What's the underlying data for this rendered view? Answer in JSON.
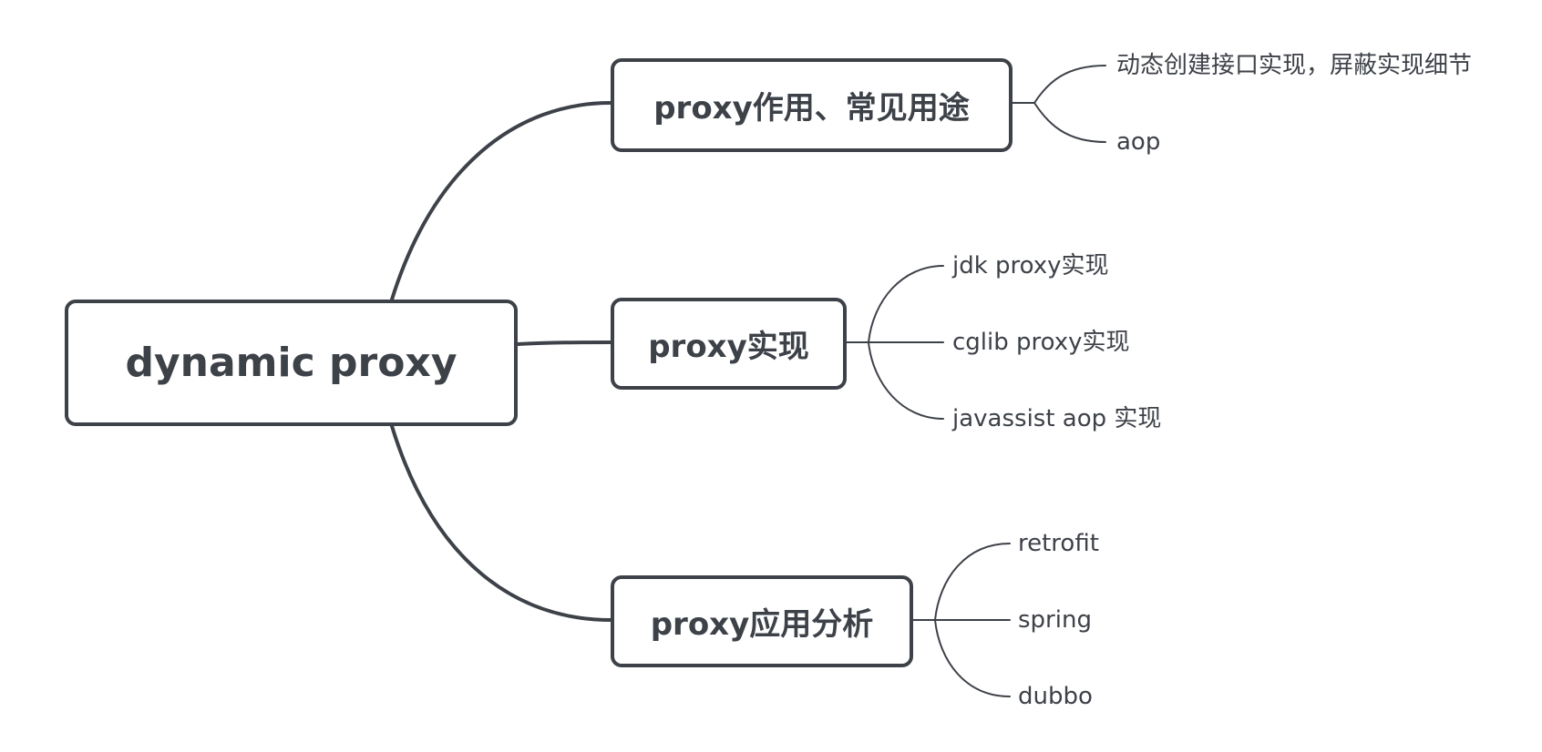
{
  "root": {
    "label": "dynamic proxy"
  },
  "branches": [
    {
      "label": "proxy作用、常见用途",
      "children": [
        "动态创建接口实现，屏蔽实现细节",
        "aop"
      ]
    },
    {
      "label": "proxy实现",
      "children": [
        "jdk proxy实现",
        "cglib proxy实现",
        "javassist aop 实现"
      ]
    },
    {
      "label": "proxy应用分析",
      "children": [
        "retrofit",
        "spring",
        "dubbo"
      ]
    }
  ],
  "colors": {
    "line": "#3d4148",
    "text": "#3d4148",
    "background": "#ffffff"
  }
}
